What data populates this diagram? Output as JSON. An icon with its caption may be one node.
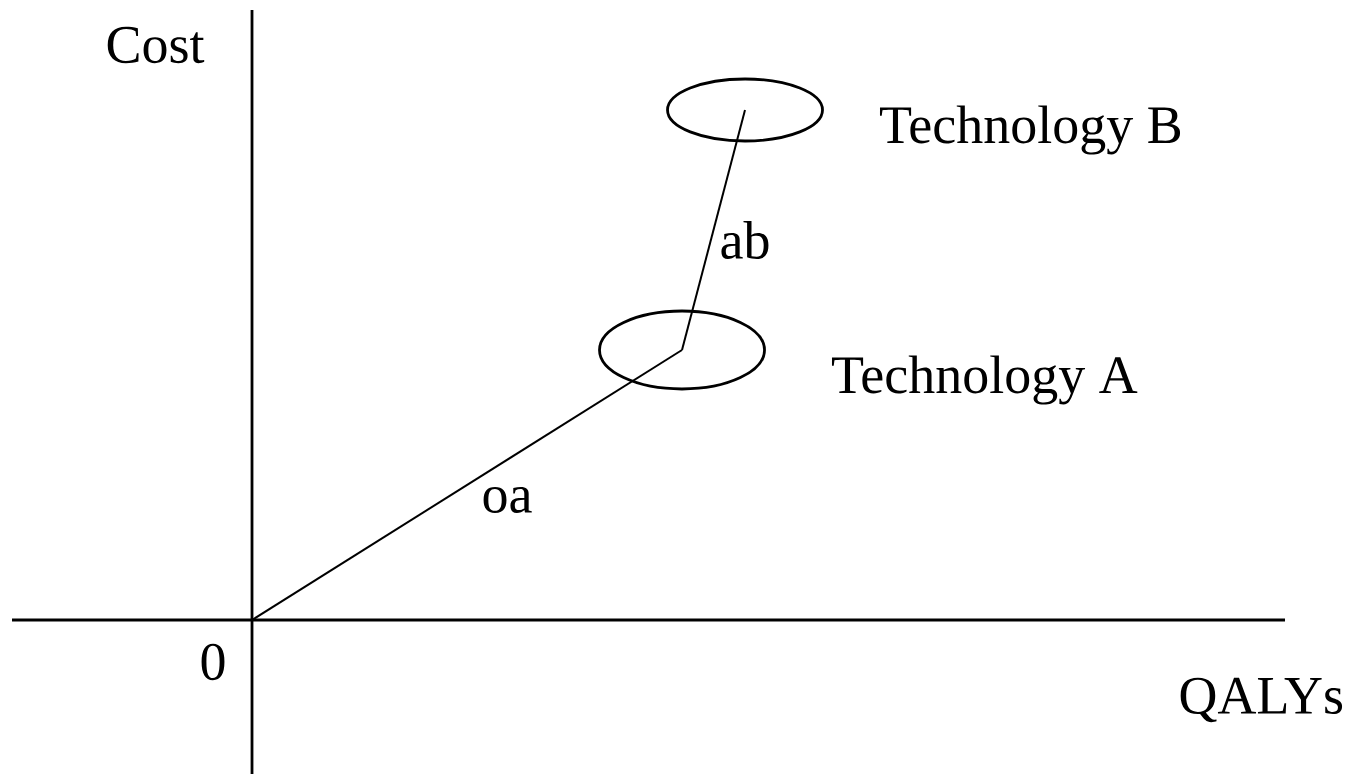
{
  "diagram": {
    "nodes": [
      {
        "text": [],
        "shape": "ellipse",
        "beside": [
          "Technology B"
        ]
      },
      {
        "text": [],
        "shape": "ellipse",
        "beside": [
          "Technology A"
        ]
      }
    ],
    "edges": [
      {
        "from": null,
        "to": 1,
        "arrow": "none",
        "label": "oa"
      },
      {
        "from": 1,
        "to": 0,
        "arrow": "none",
        "label": "ab"
      }
    ],
    "labels": [
      "Cost",
      "0",
      "QALYs"
    ]
  }
}
